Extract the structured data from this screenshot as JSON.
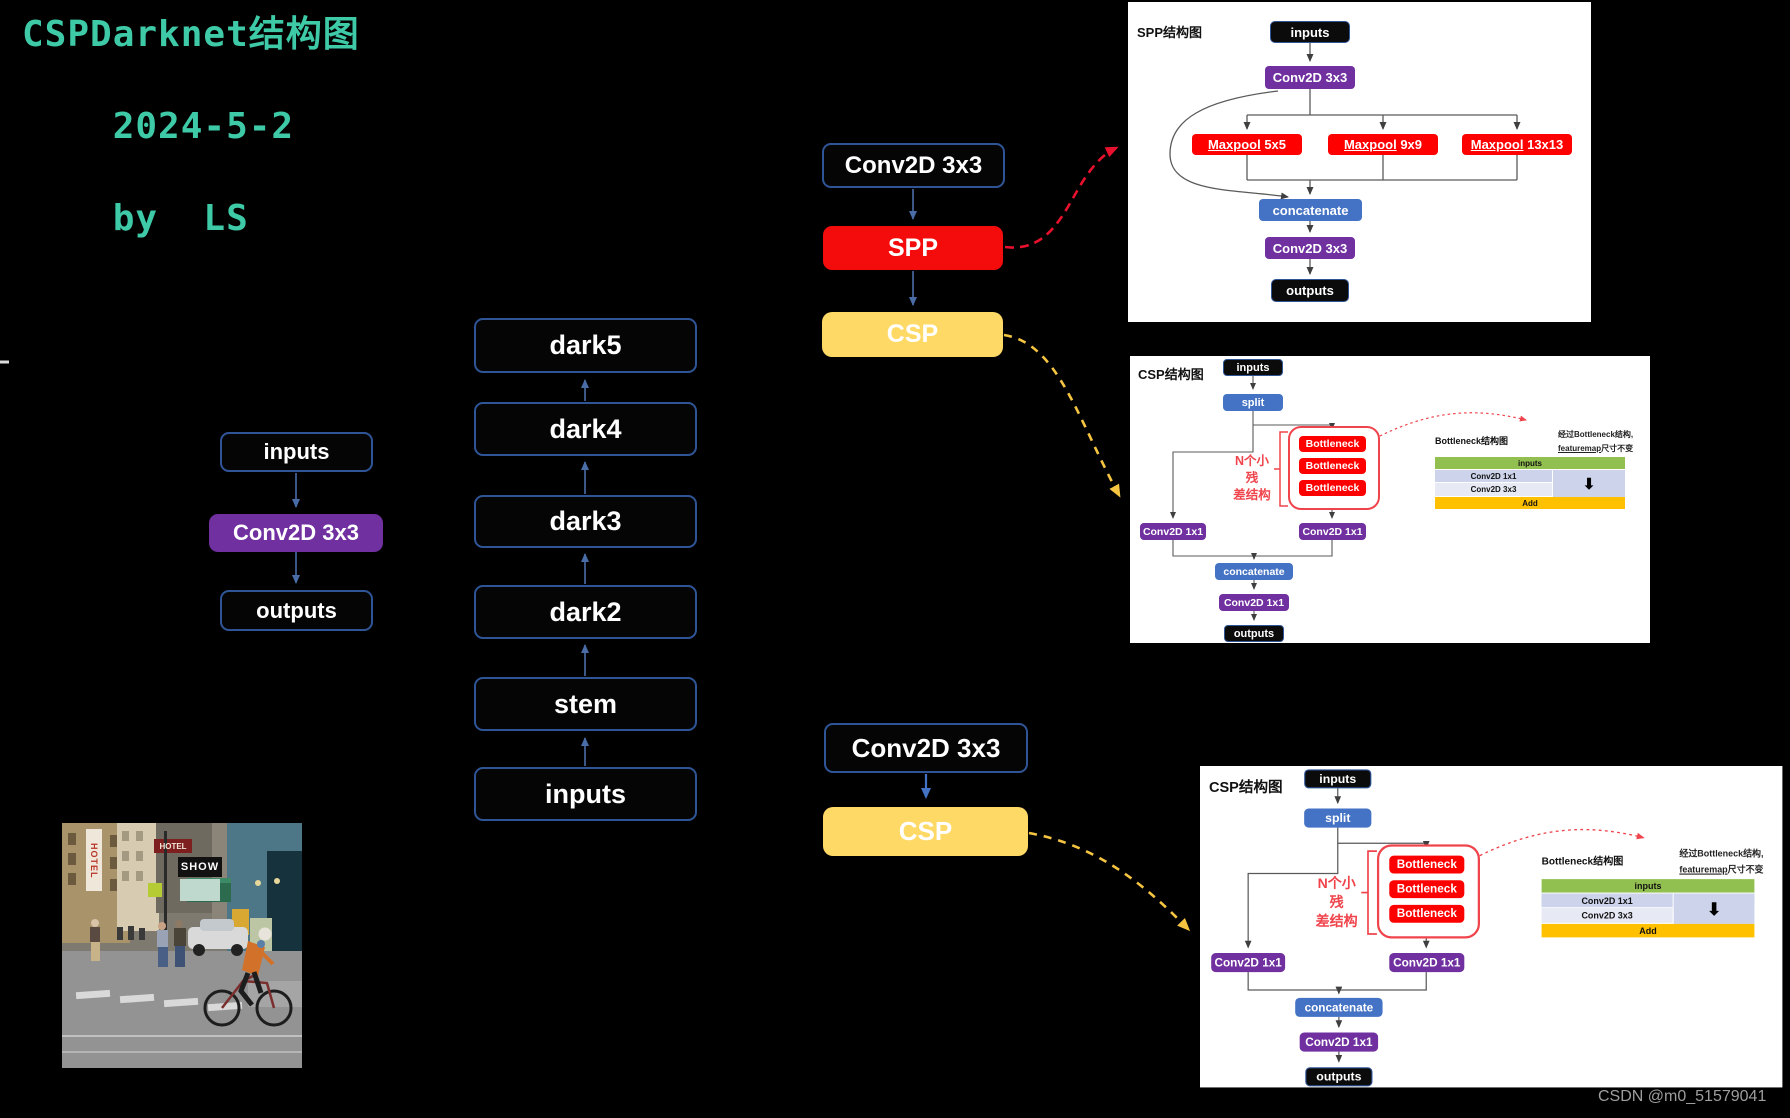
{
  "title": {
    "line1": "CSPDarknet结构图",
    "line2": "2024-5-2",
    "line3": "by  LS"
  },
  "watermark": "CSDN @m0_51579041",
  "colors": {
    "title_teal": "#3EC9A7",
    "purple": "#7030A0",
    "red": "#FF0000",
    "flow_blue": "#4472C4",
    "csp_yellow": "#FFD966",
    "navy_border": "#2F5597",
    "table_green": "#92C050",
    "table_add_orange": "#FFC000",
    "table_lavender": "#CCD3EA",
    "panel_bg": "#FFFFFF",
    "canvas_bg": "#000000"
  },
  "backbone": {
    "inputs_label": "inputs",
    "conv_label": "Conv2D 3x3",
    "outputs_label": "outputs",
    "stages": [
      "dark5",
      "dark4",
      "dark3",
      "dark2",
      "stem",
      "inputs"
    ],
    "neck_conv_label": "Conv2D 3x3",
    "spp_label": "SPP",
    "csp_label": "CSP",
    "head_conv_label": "Conv2D 3x3",
    "head_csp_label": "CSP"
  },
  "spp_panel": {
    "title": "SPP结构图",
    "inputs": "inputs",
    "conv_in": "Conv2D 3x3",
    "maxpools": [
      {
        "name": "Maxpool",
        "size": "5x5"
      },
      {
        "name": "Maxpool",
        "size": "9x9"
      },
      {
        "name": "Maxpool",
        "size": "13x13"
      }
    ],
    "concatenate": "concatenate",
    "conv_out": "Conv2D 3x3",
    "outputs": "outputs"
  },
  "csp_panel": {
    "title": "CSP结构图",
    "inputs": "inputs",
    "split": "split",
    "bottlenecks": [
      "Bottleneck",
      "Bottleneck",
      "Bottleneck"
    ],
    "residual_note_line1": "N个小残",
    "residual_note_line2": "差结构",
    "conv_left": "Conv2D 1x1",
    "conv_right": "Conv2D 1x1",
    "concatenate": "concatenate",
    "conv_out": "Conv2D 1x1",
    "outputs": "outputs",
    "bottleneck_detail": {
      "title": "Bottleneck结构图",
      "note_line1": "经过Bottleneck结构,",
      "note_line2_underlined": "featuremap",
      "note_line2_rest": "尺寸不变",
      "row_inputs": "inputs",
      "row_conv1": "Conv2D 1x1",
      "row_conv2": "Conv2D 3x3",
      "row_add": "Add",
      "arrow_glyph": "⬇"
    }
  },
  "photo": {
    "signs": {
      "hotel_vertical": "HOTEL",
      "hotel_horizontal": "HOTEL",
      "show": "SHOW"
    }
  }
}
